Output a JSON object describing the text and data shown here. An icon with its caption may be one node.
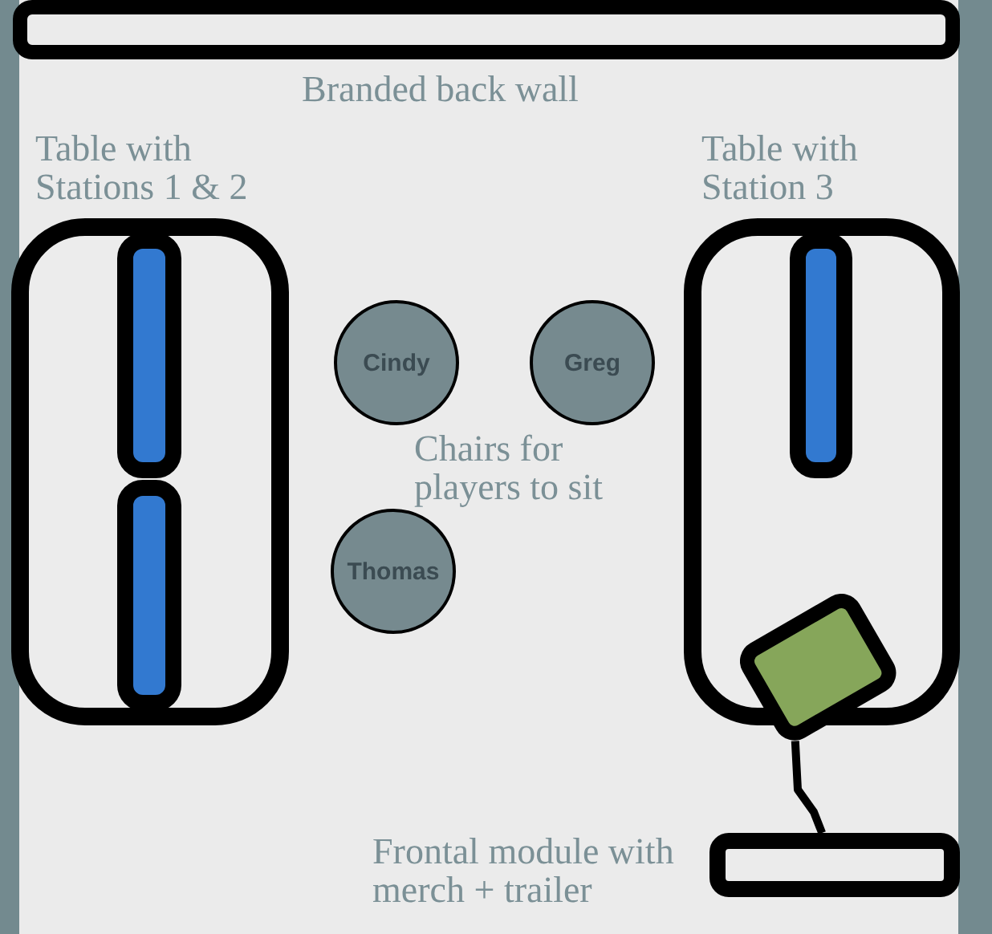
{
  "diagram": {
    "nodes": [
      {
        "text": [],
        "shape": "bar",
        "beside": [
          "Branded back wall"
        ]
      },
      {
        "text": [
          "Table with Stations 1 & 2"
        ]
      },
      {
        "text": [],
        "shape": "bar",
        "in": 1
      },
      {
        "text": [],
        "shape": "bar",
        "in": 1
      },
      {
        "text": [
          "Table with Station 3"
        ]
      },
      {
        "text": [],
        "shape": "bar",
        "in": 4
      },
      {
        "text": [
          "Cindy"
        ]
      },
      {
        "text": [
          "Greg"
        ]
      },
      {
        "text": [
          "Thomas"
        ]
      },
      {
        "text": [],
        "shape": "box"
      },
      {
        "text": [],
        "shape": "bar",
        "beside": [
          "Frontal module with merch + trailer"
        ]
      }
    ],
    "edges": [
      {
        "from": 9,
        "to": 10,
        "arrow": "none"
      }
    ],
    "labels": [
      "Chairs for players to sit"
    ]
  }
}
